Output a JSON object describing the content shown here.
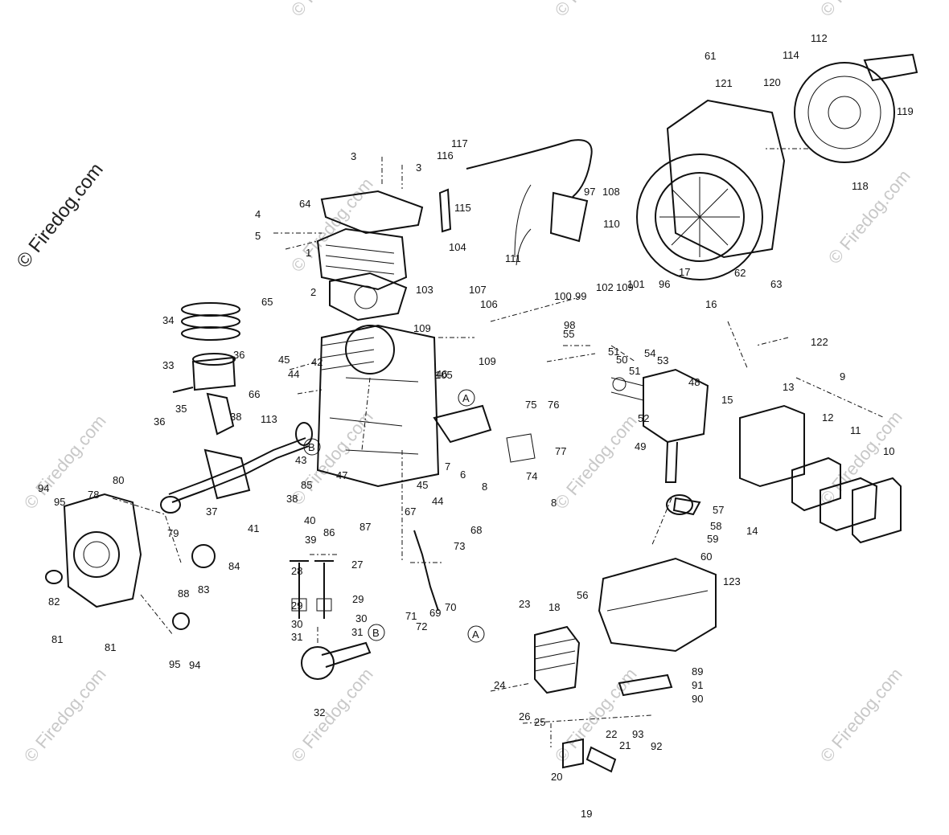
{
  "watermark": {
    "main": "© Firedog.com",
    "tile": "© Firedog.com"
  },
  "callouts": [
    {
      "id": "a1",
      "text": "A"
    },
    {
      "id": "a2",
      "text": "A"
    },
    {
      "id": "b1",
      "text": "B"
    },
    {
      "id": "b2",
      "text": "B"
    }
  ],
  "labels": [
    "1",
    "2",
    "3",
    "3",
    "4",
    "5",
    "6",
    "7",
    "8",
    "8",
    "9",
    "10",
    "11",
    "12",
    "13",
    "14",
    "15",
    "16",
    "17",
    "18",
    "19",
    "20",
    "21",
    "22",
    "23",
    "24",
    "25",
    "26",
    "27",
    "28",
    "29",
    "29",
    "30",
    "30",
    "31",
    "31",
    "32",
    "33",
    "34",
    "35",
    "36",
    "36",
    "37",
    "38",
    "38",
    "39",
    "40",
    "41",
    "42",
    "43",
    "44",
    "44",
    "45",
    "45",
    "46",
    "47",
    "48",
    "49",
    "50",
    "51",
    "51",
    "52",
    "53",
    "54",
    "55",
    "56",
    "57",
    "58",
    "59",
    "60",
    "61",
    "62",
    "63",
    "64",
    "65",
    "66",
    "67",
    "68",
    "69",
    "70",
    "71",
    "72",
    "73",
    "74",
    "75",
    "76",
    "77",
    "78",
    "79",
    "80",
    "81",
    "81",
    "82",
    "83",
    "84",
    "85",
    "86",
    "87",
    "88",
    "89",
    "90",
    "91",
    "92",
    "93",
    "94",
    "94",
    "95",
    "95",
    "96",
    "97",
    "98",
    "99",
    "100",
    "101",
    "102",
    "103",
    "104",
    "105",
    "106",
    "107",
    "108",
    "109",
    "109",
    "109",
    "110",
    "111",
    "112",
    "113",
    "114",
    "115",
    "116",
    "117",
    "118",
    "119",
    "120",
    "121",
    "122",
    "123"
  ]
}
